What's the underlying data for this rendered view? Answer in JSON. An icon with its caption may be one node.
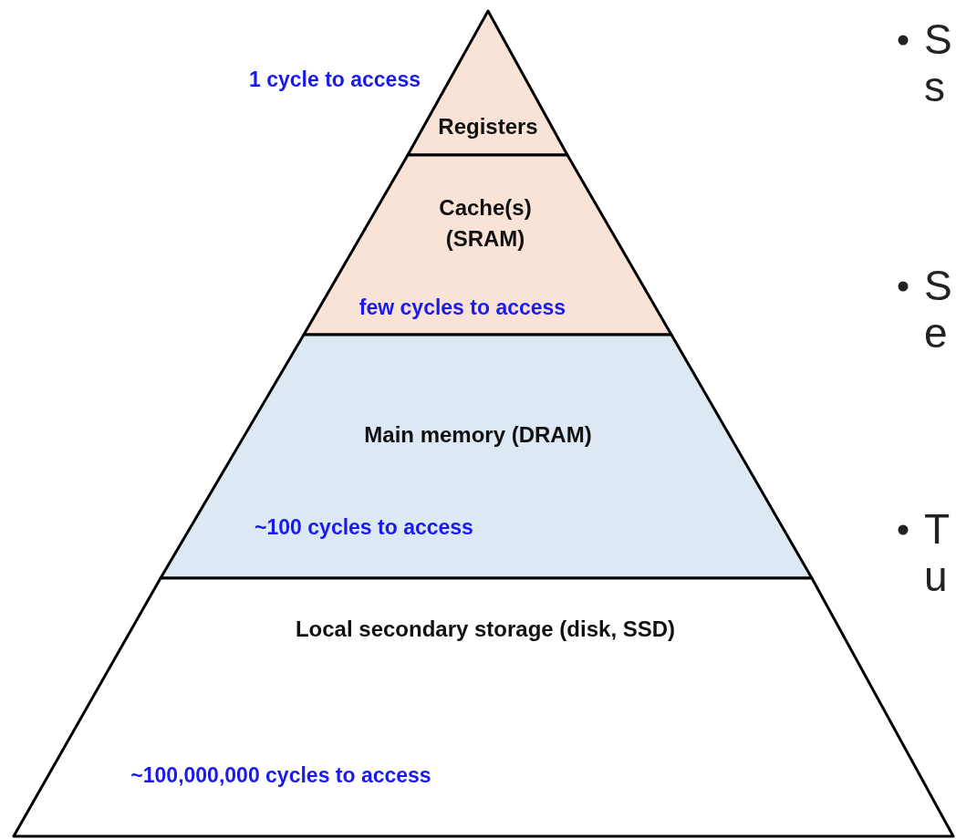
{
  "diagram": {
    "nodes": [
      {
        "text": [
          "Registers"
        ],
        "beside": [
          "1 cycle to access"
        ]
      },
      {
        "text": [
          "Cache(s) (SRAM)",
          "few cycles to access"
        ]
      },
      {
        "text": [
          "Main memory (DRAM)",
          "~100 cycles to access"
        ]
      },
      {
        "text": [
          "Local secondary storage (disk, SSD)",
          "~100,000,000 cycles to access"
        ]
      }
    ],
    "labels": [
      "S",
      "s",
      "S",
      "e",
      "T",
      "u"
    ]
  }
}
